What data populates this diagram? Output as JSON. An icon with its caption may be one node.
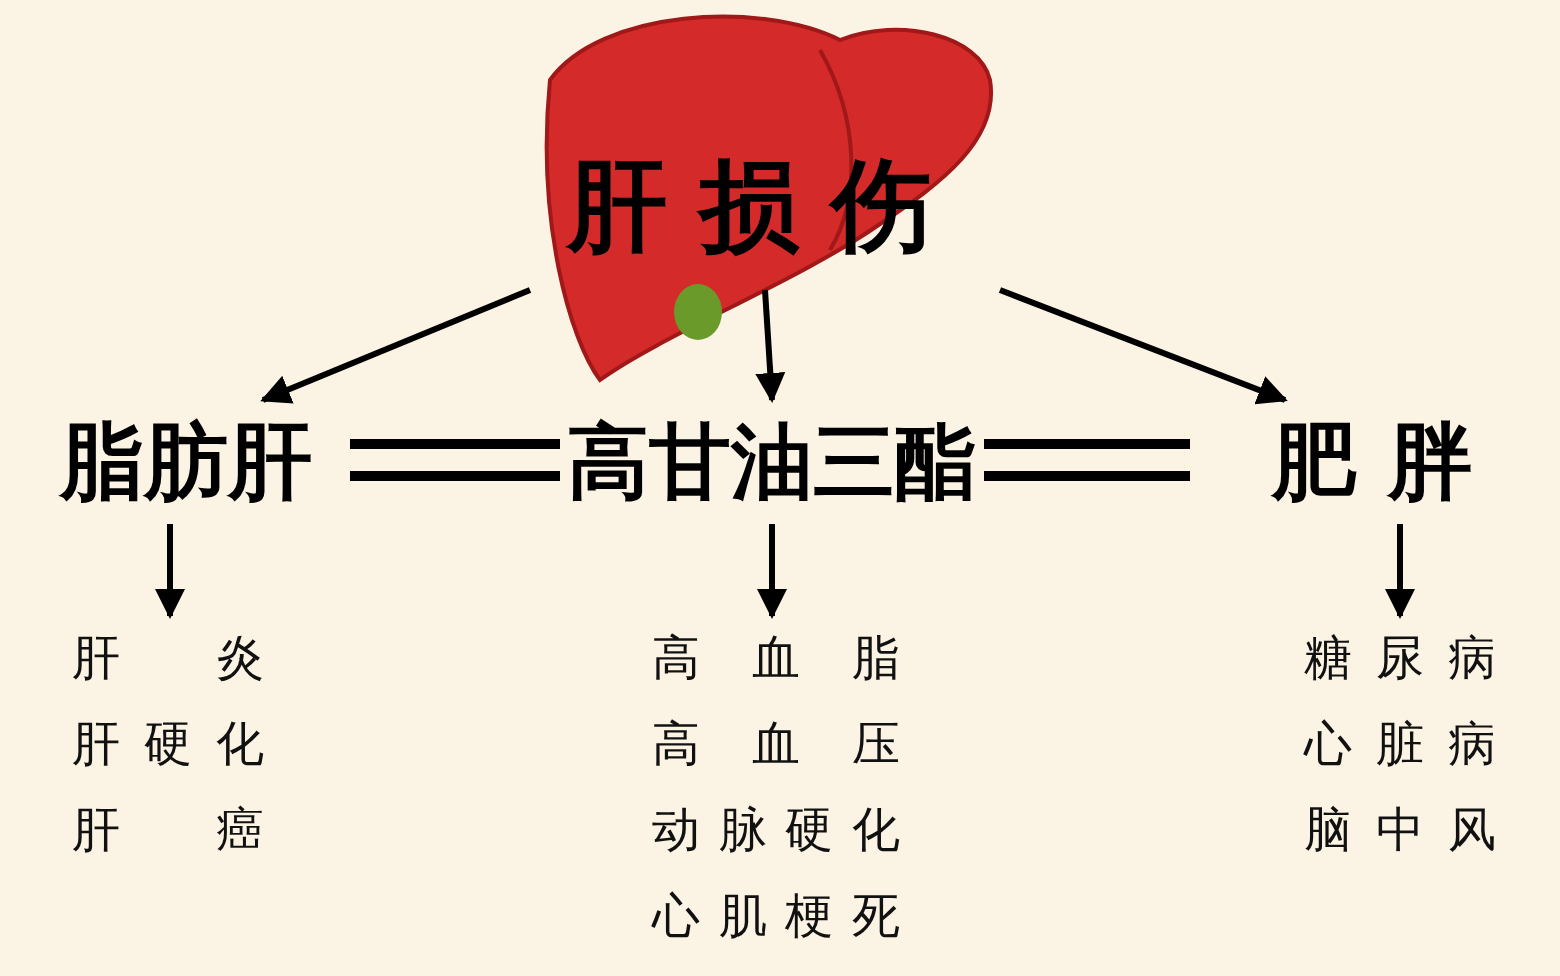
{
  "diagram": {
    "nodes": [
      {
        "text": [
          "肝损伤"
        ]
      },
      {
        "text": [
          "脂肪肝"
        ]
      },
      {
        "text": [
          "高甘油三酯"
        ]
      },
      {
        "text": [
          "肥胖"
        ]
      },
      {
        "text": [
          "肝炎",
          "肝硬化",
          "肝癌"
        ]
      },
      {
        "text": [
          "高血脂",
          "高血压",
          "动脉硬化",
          "心肌梗死"
        ]
      },
      {
        "text": [
          "糖尿病",
          "心脏病",
          "脑中风"
        ]
      }
    ],
    "edges": [
      {
        "from": 0,
        "to": 1,
        "arrow": "to"
      },
      {
        "from": 0,
        "to": 2,
        "arrow": "to"
      },
      {
        "from": 0,
        "to": 3,
        "arrow": "to"
      },
      {
        "from": 1,
        "to": 2,
        "arrow": "none"
      },
      {
        "from": 2,
        "to": 3,
        "arrow": "none"
      },
      {
        "from": 1,
        "to": 4,
        "arrow": "to"
      },
      {
        "from": 2,
        "to": 5,
        "arrow": "to"
      },
      {
        "from": 3,
        "to": 6,
        "arrow": "to"
      }
    ]
  }
}
